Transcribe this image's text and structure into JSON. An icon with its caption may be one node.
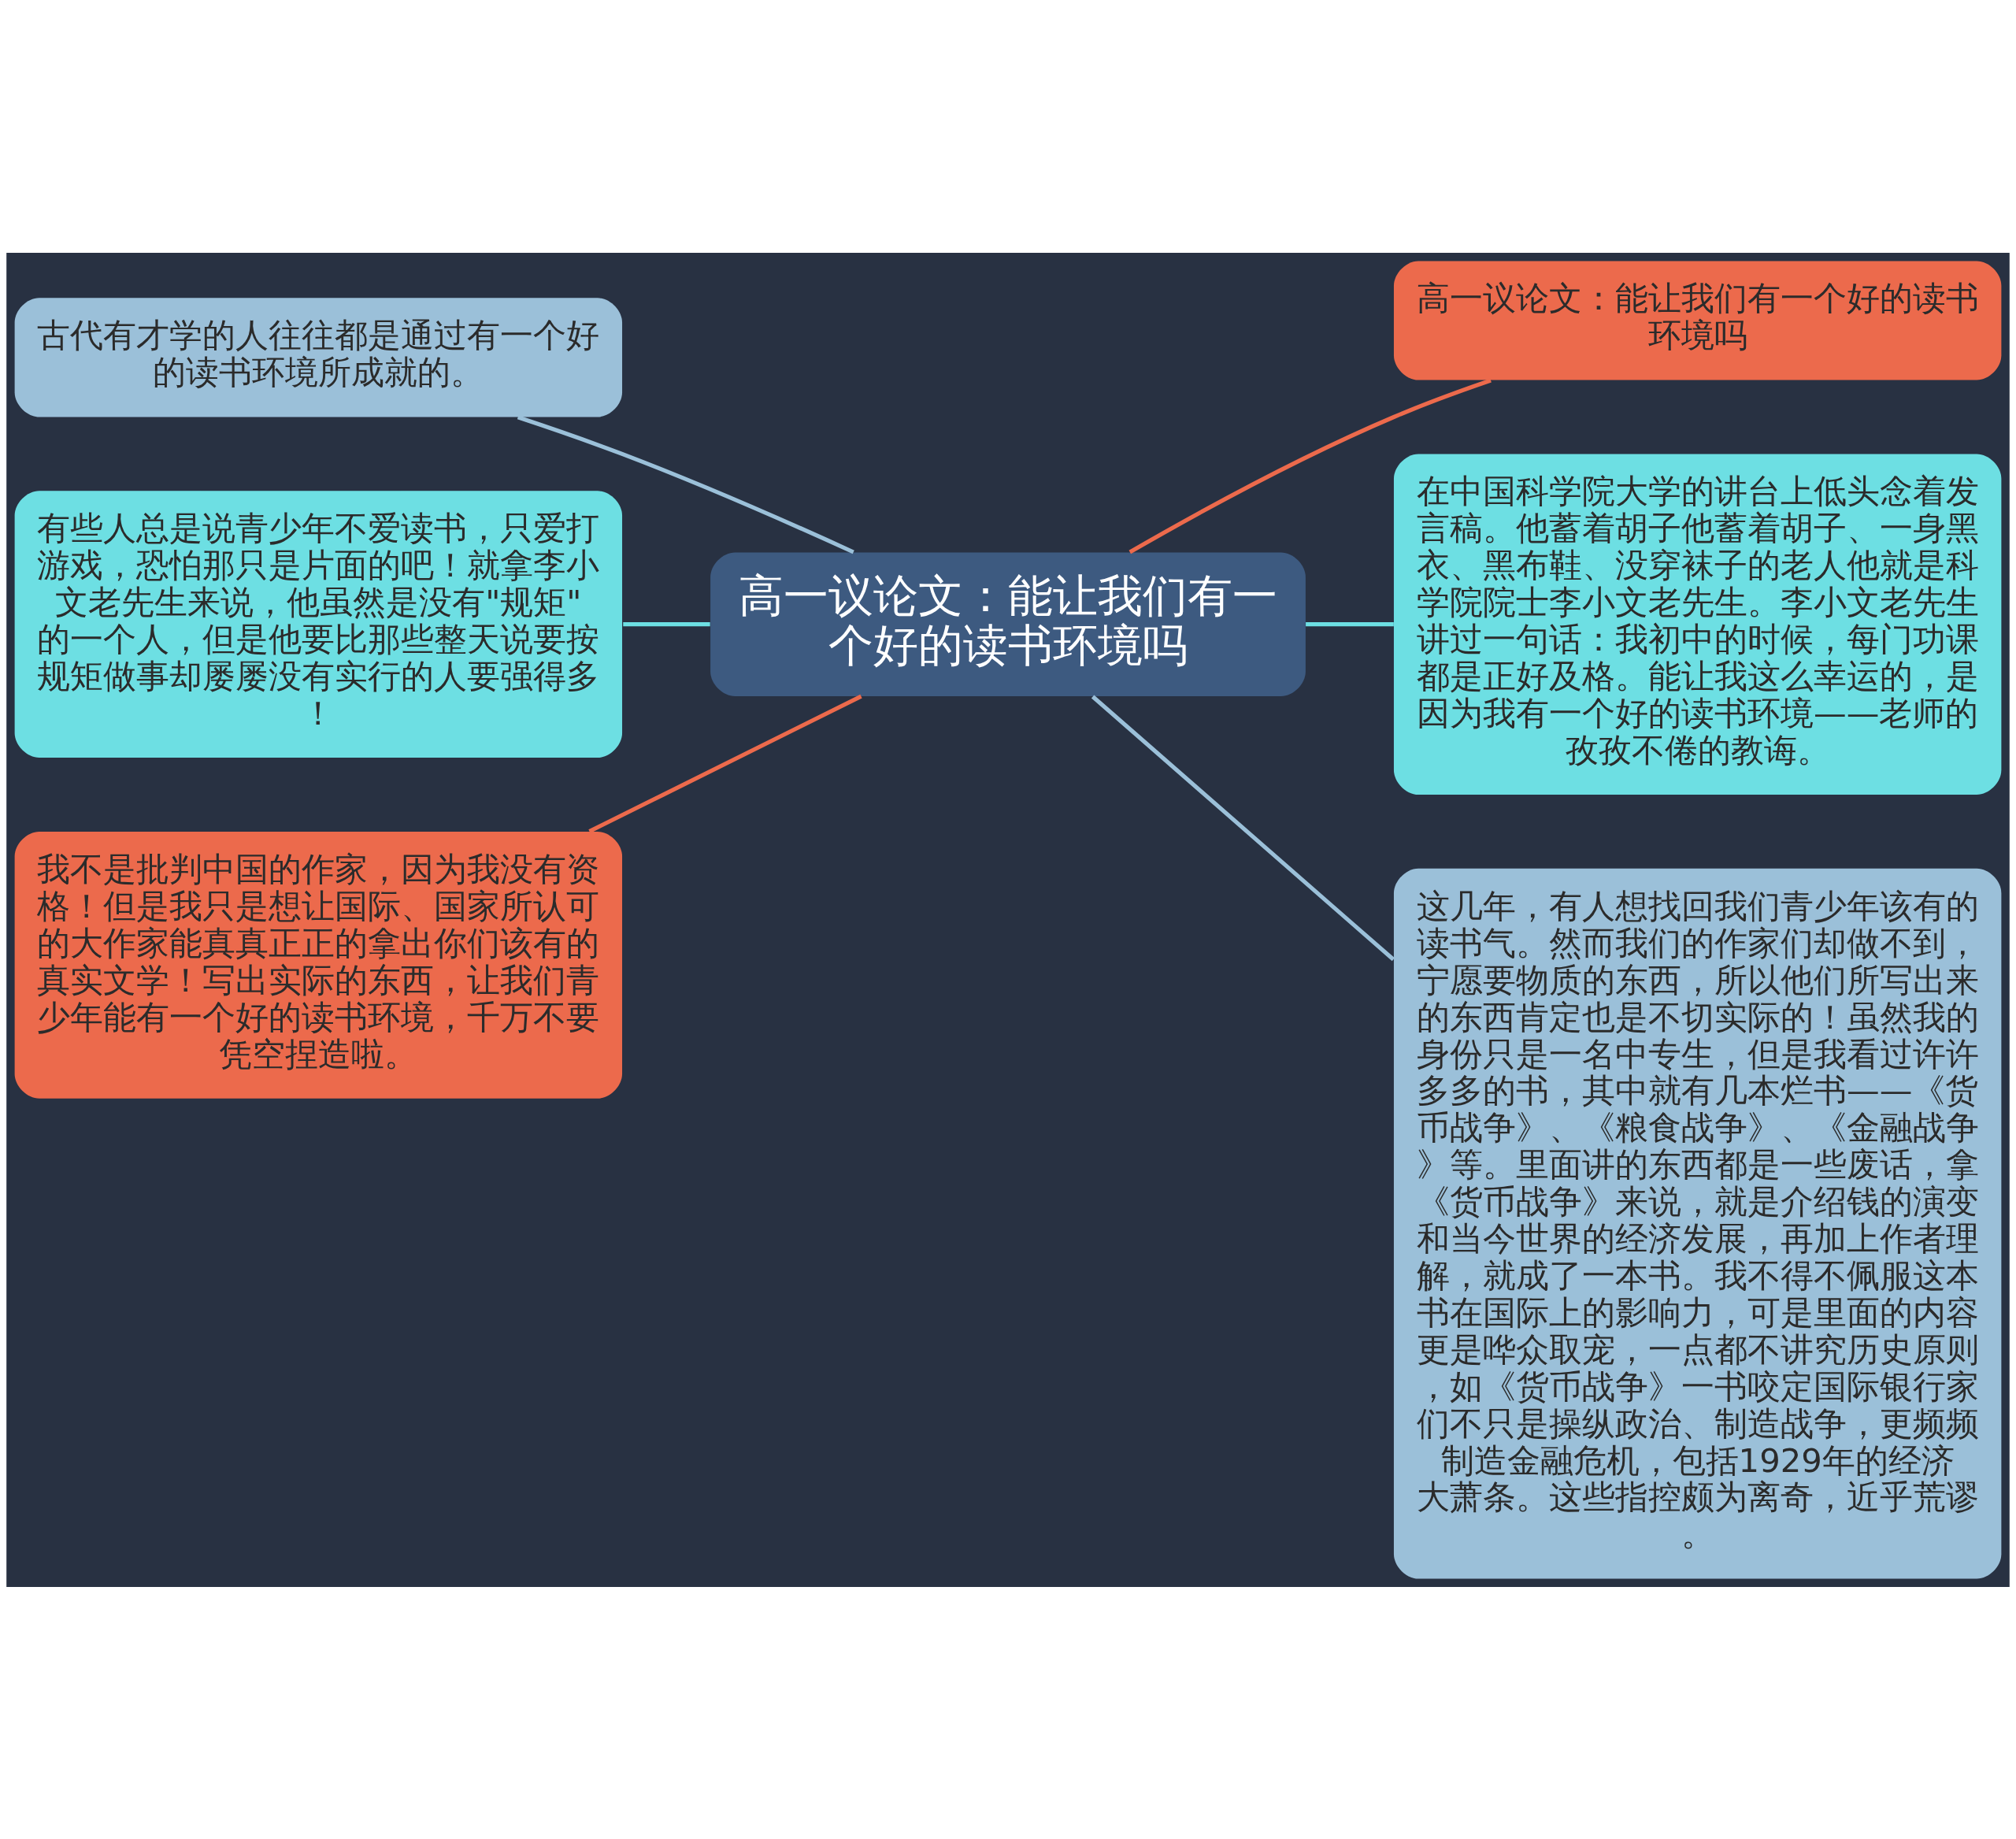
{
  "diagram": {
    "nodes": [
      {
        "text": [
          "高一议论文：能让我们有一个好的读书环境吗"
        ]
      },
      {
        "text": [
          "高一议论文：能让我们有一个好的读书环境吗"
        ]
      },
      {
        "text": [
          "在中国科学院大学的讲台上低头念着发言稿。他蓄着胡子他蓄着胡子、一身黑衣、黑布鞋、没穿袜子的老人他就是科学院院士李小文老先生。李小文老先生讲过一句话：我初中的时候，每门功课都是正好及格。能让我这么幸运的，是因为我有一个好的读书环境——老师的孜孜不倦的教诲。"
        ]
      },
      {
        "text": [
          "这几年，有人想找回我们青少年该有的读书气。然而我们的作家们却做不到，宁愿要物质的东西，所以他们所写出来的东西肯定也是不切实际的！虽然我的身份只是一名中专生，但是我看过许许多多的书，其中就有几本烂书——《货币战争》、《粮食战争》、《金融战争》等。里面讲的东西都是一些废话，拿《货币战争》来说，就是介绍钱的演变和当今世界的经济发展，再加上作者理解，就成了一本书。我不得不佩服这本书在国际上的影响力，可是里面的内容更是哗众取宠，一点都不讲究历史原则，如《货币战争》一书咬定国际银行家们不只是操纵政治、制造战争，更频频制造金融危机，包括1929年的经济大萧条。这些指控颇为离奇，近乎荒谬。"
        ]
      },
      {
        "text": [
          "古代有才学的人往往都是通过有一个好的读书环境所成就的。"
        ]
      },
      {
        "text": [
          "有些人总是说青少年不爱读书，只爱打游戏，恐怕那只是片面的吧！就拿李小文老先生来说，他虽然是没有\"规矩\"的一个人，但是他要比那些整天说要按规矩做事却屡屡没有实行的人要强得多！"
        ]
      },
      {
        "text": [
          "我不是批判中国的作家，因为我没有资格！但是我只是想让国际、国家所认可的大作家能真真正正的拿出你们该有的真实文学！写出实际的东西，让我们青少年能有一个好的读书环境，千万不要凭空捏造啦。"
        ]
      }
    ],
    "edges": [
      {
        "from": 0,
        "to": 1,
        "arrow": "none",
        "color": "#ec6a4c"
      },
      {
        "from": 0,
        "to": 2,
        "arrow": "none",
        "color": "#6ddfe3"
      },
      {
        "from": 0,
        "to": 3,
        "arrow": "none",
        "color": "#9bc0d9"
      },
      {
        "from": 0,
        "to": 4,
        "arrow": "none",
        "color": "#9bc0d9"
      },
      {
        "from": 0,
        "to": 5,
        "arrow": "none",
        "color": "#6ddfe3"
      },
      {
        "from": 0,
        "to": 6,
        "arrow": "none",
        "color": "#ec6a4c"
      }
    ]
  }
}
